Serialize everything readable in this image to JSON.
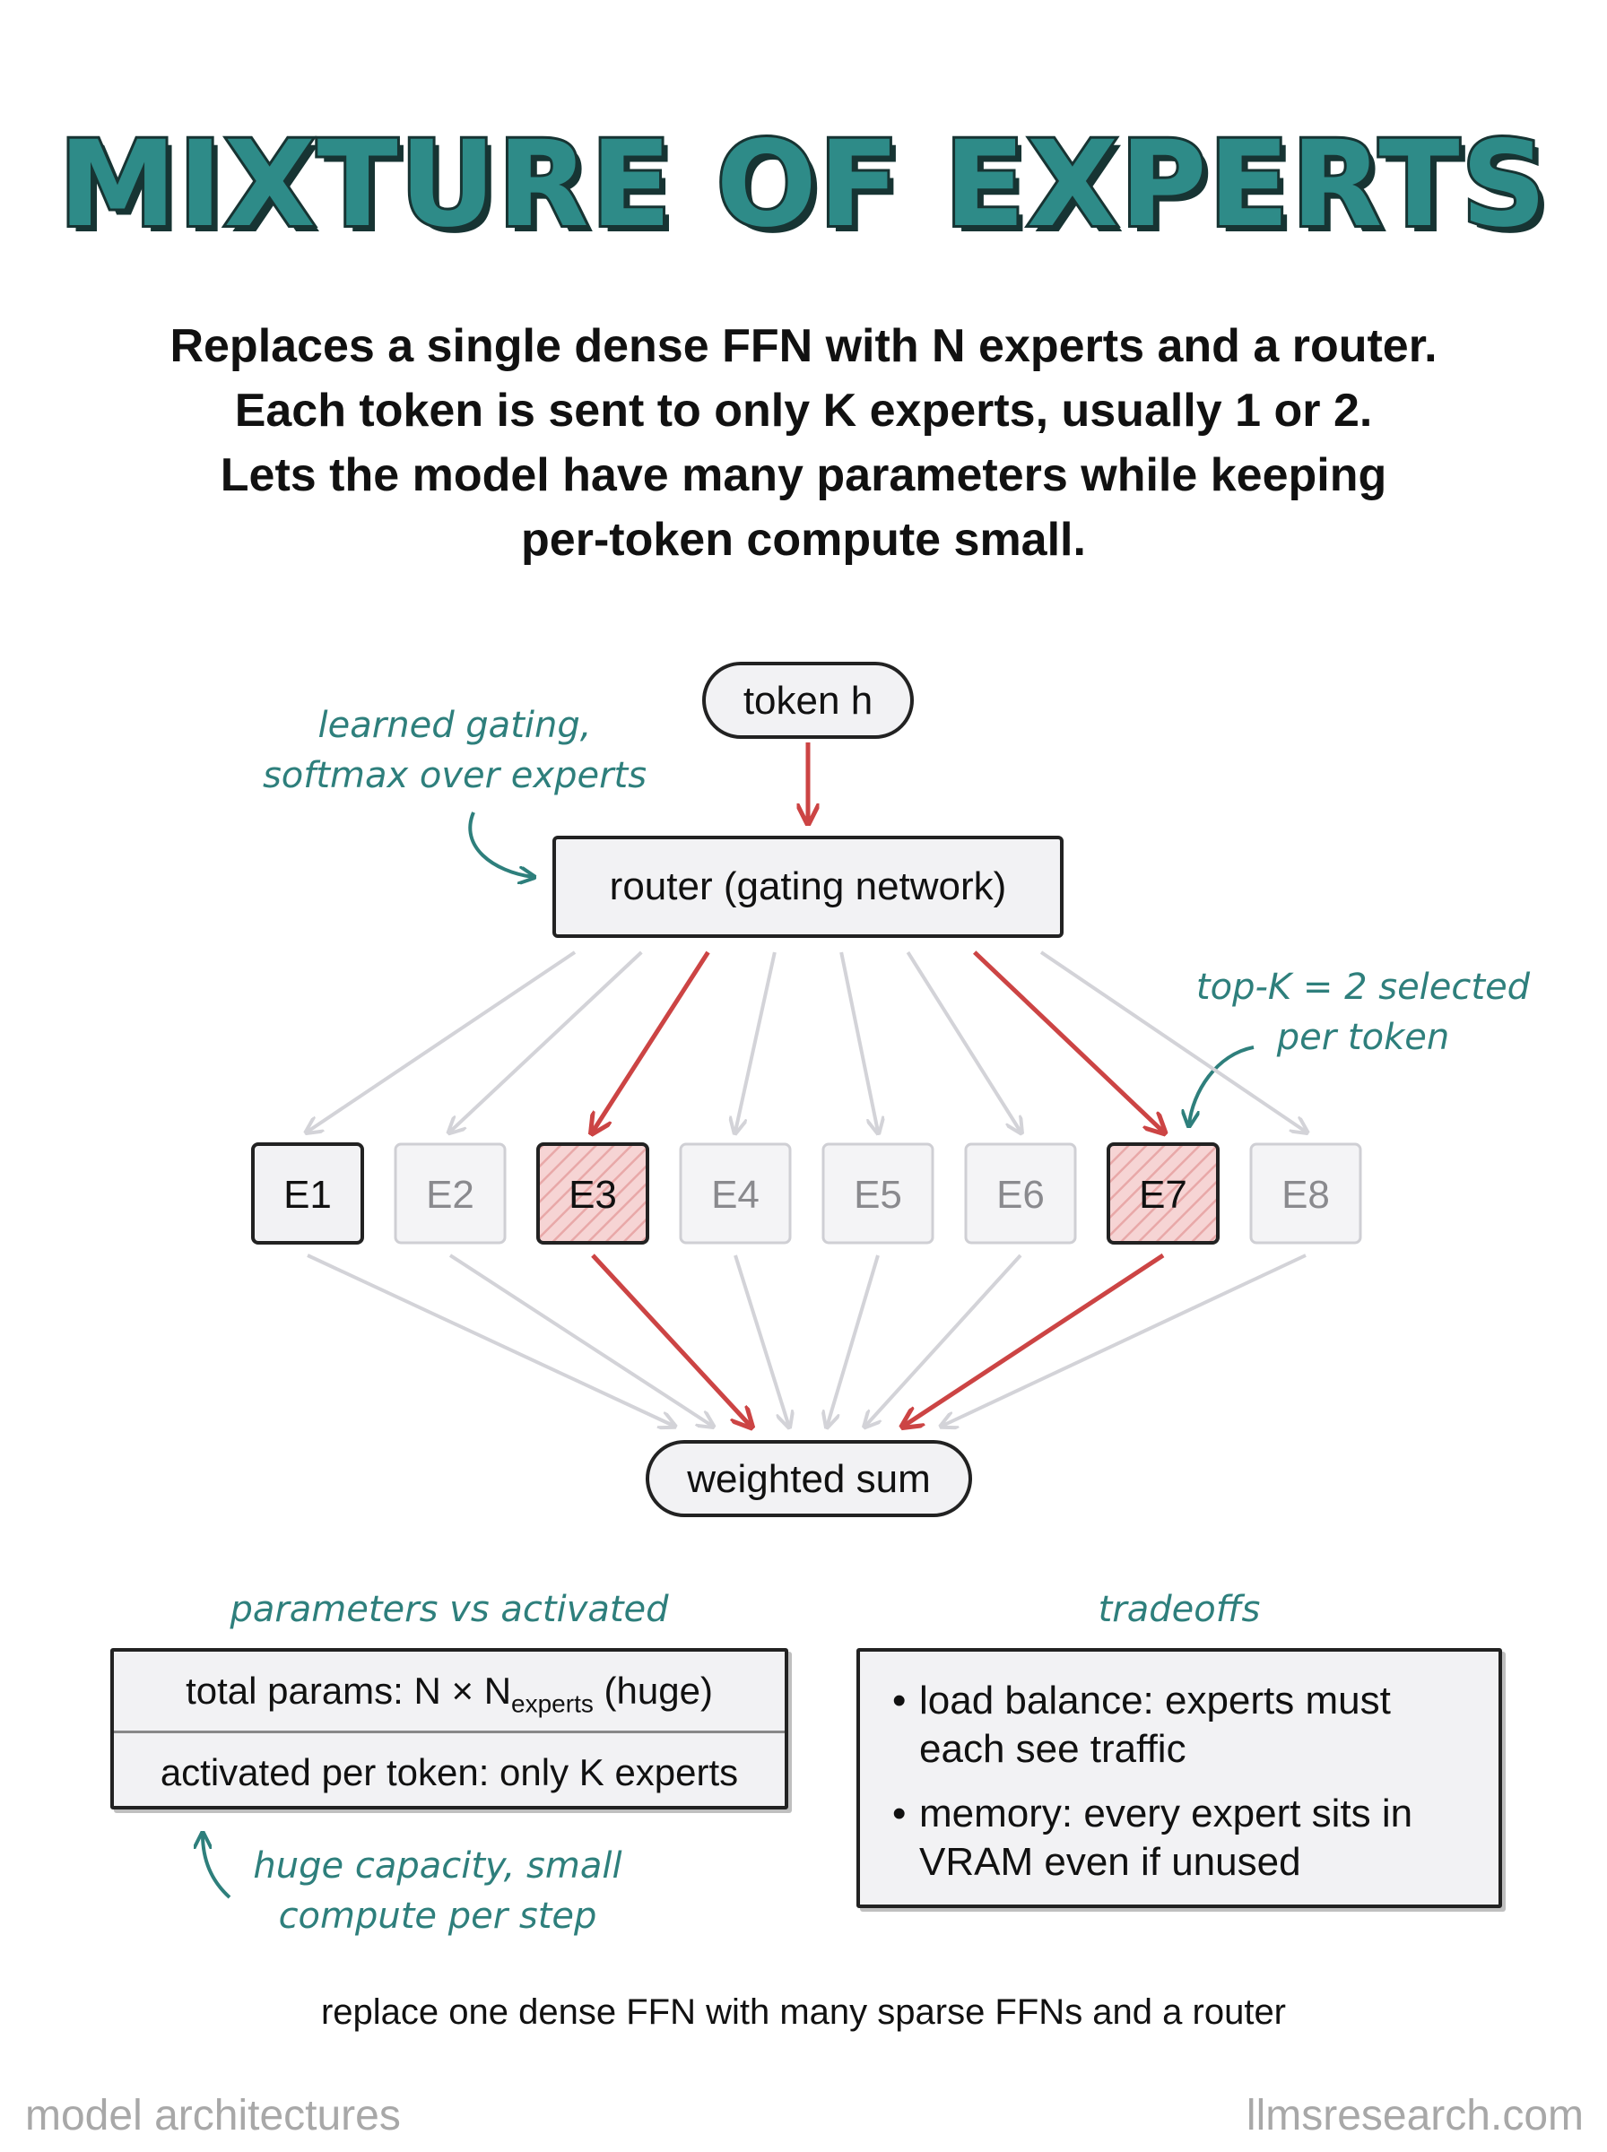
{
  "title": "MIXTURE OF EXPERTS",
  "subtitle": {
    "line1": "Replaces a single dense FFN with N experts and a router.",
    "line2": "Each token is sent to only K experts, usually 1 or 2.",
    "line3": "Lets the model have many parameters while keeping",
    "line4": "per-token compute small."
  },
  "diagram": {
    "input_label": "token h",
    "router_label": "router (gating network)",
    "output_label": "weighted sum",
    "router_note": [
      "learned gating,",
      "softmax over experts"
    ],
    "selection_note": [
      "top-K = 2 selected",
      "per token"
    ],
    "experts": [
      {
        "label": "E1",
        "state": "outlined"
      },
      {
        "label": "E2",
        "state": "inactive"
      },
      {
        "label": "E3",
        "state": "selected"
      },
      {
        "label": "E4",
        "state": "inactive"
      },
      {
        "label": "E5",
        "state": "inactive"
      },
      {
        "label": "E6",
        "state": "inactive"
      },
      {
        "label": "E7",
        "state": "selected"
      },
      {
        "label": "E8",
        "state": "inactive"
      }
    ],
    "colors": {
      "active_arrow": "#cc4444",
      "inactive_arrow": "#d3d3d8",
      "note": "#2e7f7c",
      "selected_fill": "#f6d4d4"
    }
  },
  "params_panel": {
    "title": "parameters vs activated",
    "row1_prefix": "total params: N × N",
    "row1_sub": "experts",
    "row1_suffix": " (huge)",
    "row2": "activated per token: only K experts",
    "note": [
      "huge capacity, small",
      "compute per step"
    ]
  },
  "tradeoffs_panel": {
    "title": "tradeoffs",
    "items": [
      "load balance: experts must each see traffic",
      "memory: every expert sits in VRAM even if unused"
    ]
  },
  "caption": "replace one dense FFN with many sparse FFNs and a router",
  "footer": {
    "left": "model architectures",
    "right": "llmsresearch.com"
  }
}
